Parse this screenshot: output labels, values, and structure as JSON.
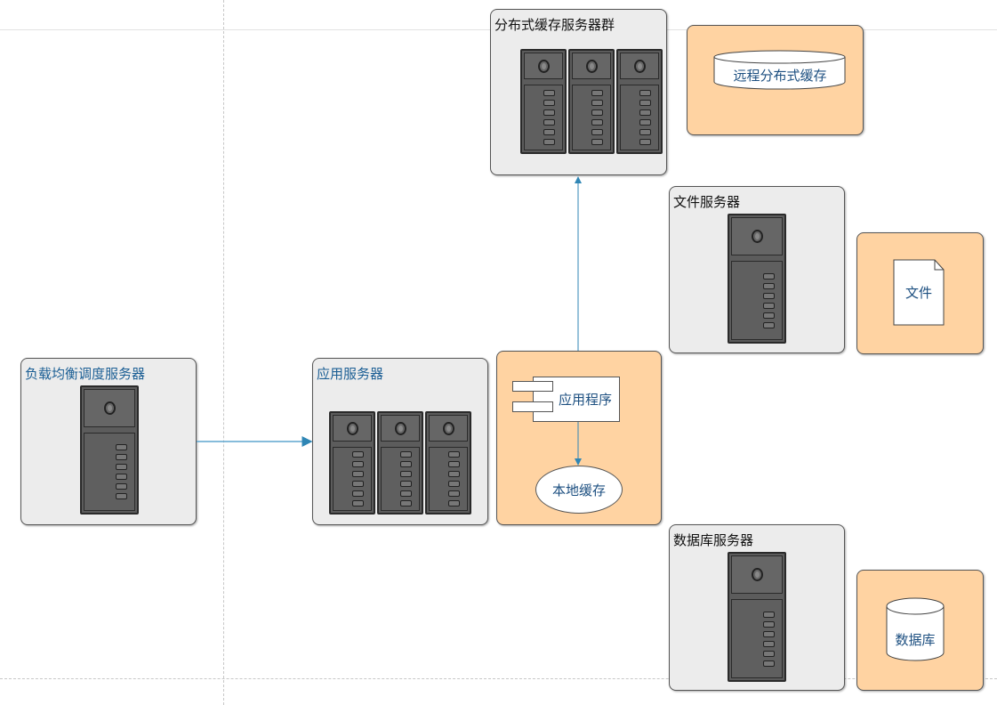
{
  "groups": {
    "load_balancer": {
      "label": "负载均衡调度服务器",
      "servers": 1
    },
    "app_server": {
      "label": "应用服务器",
      "servers": 3
    },
    "cache_cluster": {
      "label": "分布式缓存服务器群",
      "servers": 3
    },
    "file_server": {
      "label": "文件服务器",
      "servers": 1
    },
    "db_server": {
      "label": "数据库服务器",
      "servers": 1
    }
  },
  "nodes": {
    "application": "应用程序",
    "local_cache": "本地缓存",
    "remote_cache": "远程分布式缓存",
    "file": "文件",
    "database": "数据库"
  },
  "colors": {
    "group_fill": "#ececec",
    "storage_fill": "#ffd3a2",
    "edge": "#2f86b5",
    "label_blue": "#1c5f95"
  }
}
